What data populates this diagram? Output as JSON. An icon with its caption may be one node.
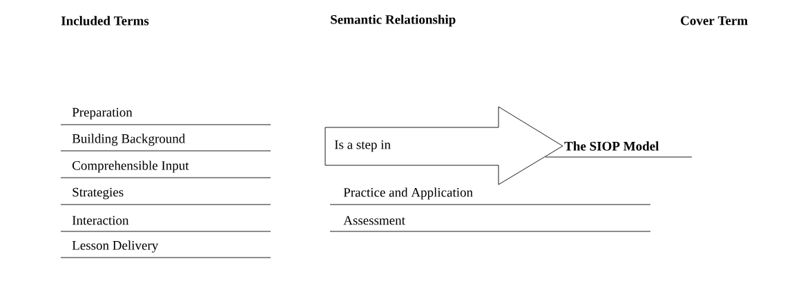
{
  "diagram": {
    "nodes": [
      {
        "text": [
          "Is a step in"
        ]
      }
    ],
    "labels": [
      "Included Terms",
      "Semantic Relationship",
      "Cover Term",
      "Preparation",
      "Building Background",
      "The SIOP Model",
      "Comprehensible Input",
      "Strategies",
      "Practice and Application",
      "Interaction",
      "Assessment",
      "Lesson Delivery"
    ]
  }
}
